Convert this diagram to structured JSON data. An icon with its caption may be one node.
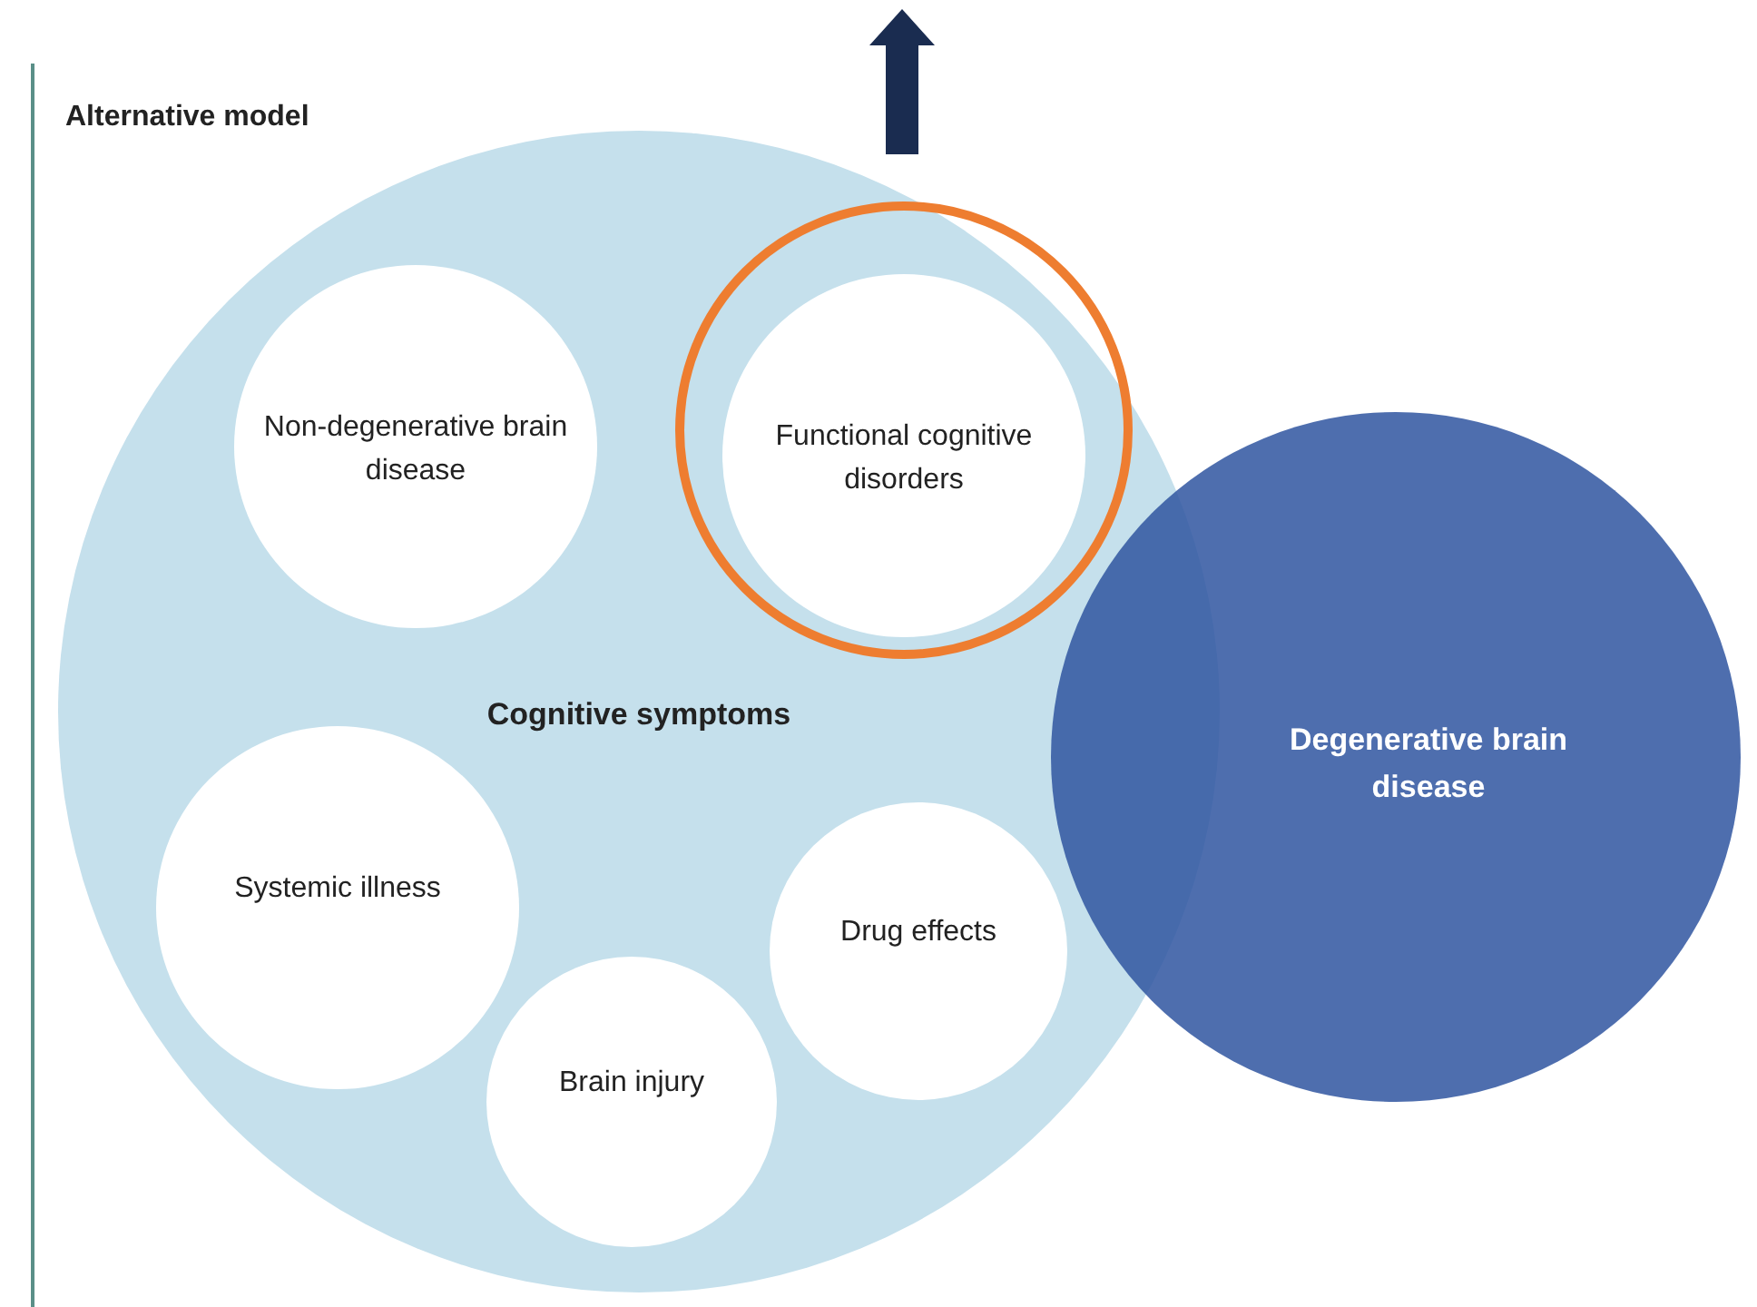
{
  "diagram": {
    "title": "Alternative model",
    "nodes": [
      {
        "text": [
          "Cognitive symptoms"
        ]
      },
      {
        "text": [
          "Non-degenerative brain disease"
        ],
        "in": 0
      },
      {
        "text": [],
        "shape": "circle",
        "in": 0
      },
      {
        "text": [
          "Functional cognitive disorders"
        ],
        "in": 2
      },
      {
        "text": [
          "Systemic illness"
        ],
        "in": 0
      },
      {
        "text": [
          "Brain injury"
        ],
        "in": 0
      },
      {
        "text": [
          "Drug effects"
        ],
        "in": 0
      },
      {
        "text": [
          "Degenerative brain disease"
        ]
      }
    ]
  }
}
